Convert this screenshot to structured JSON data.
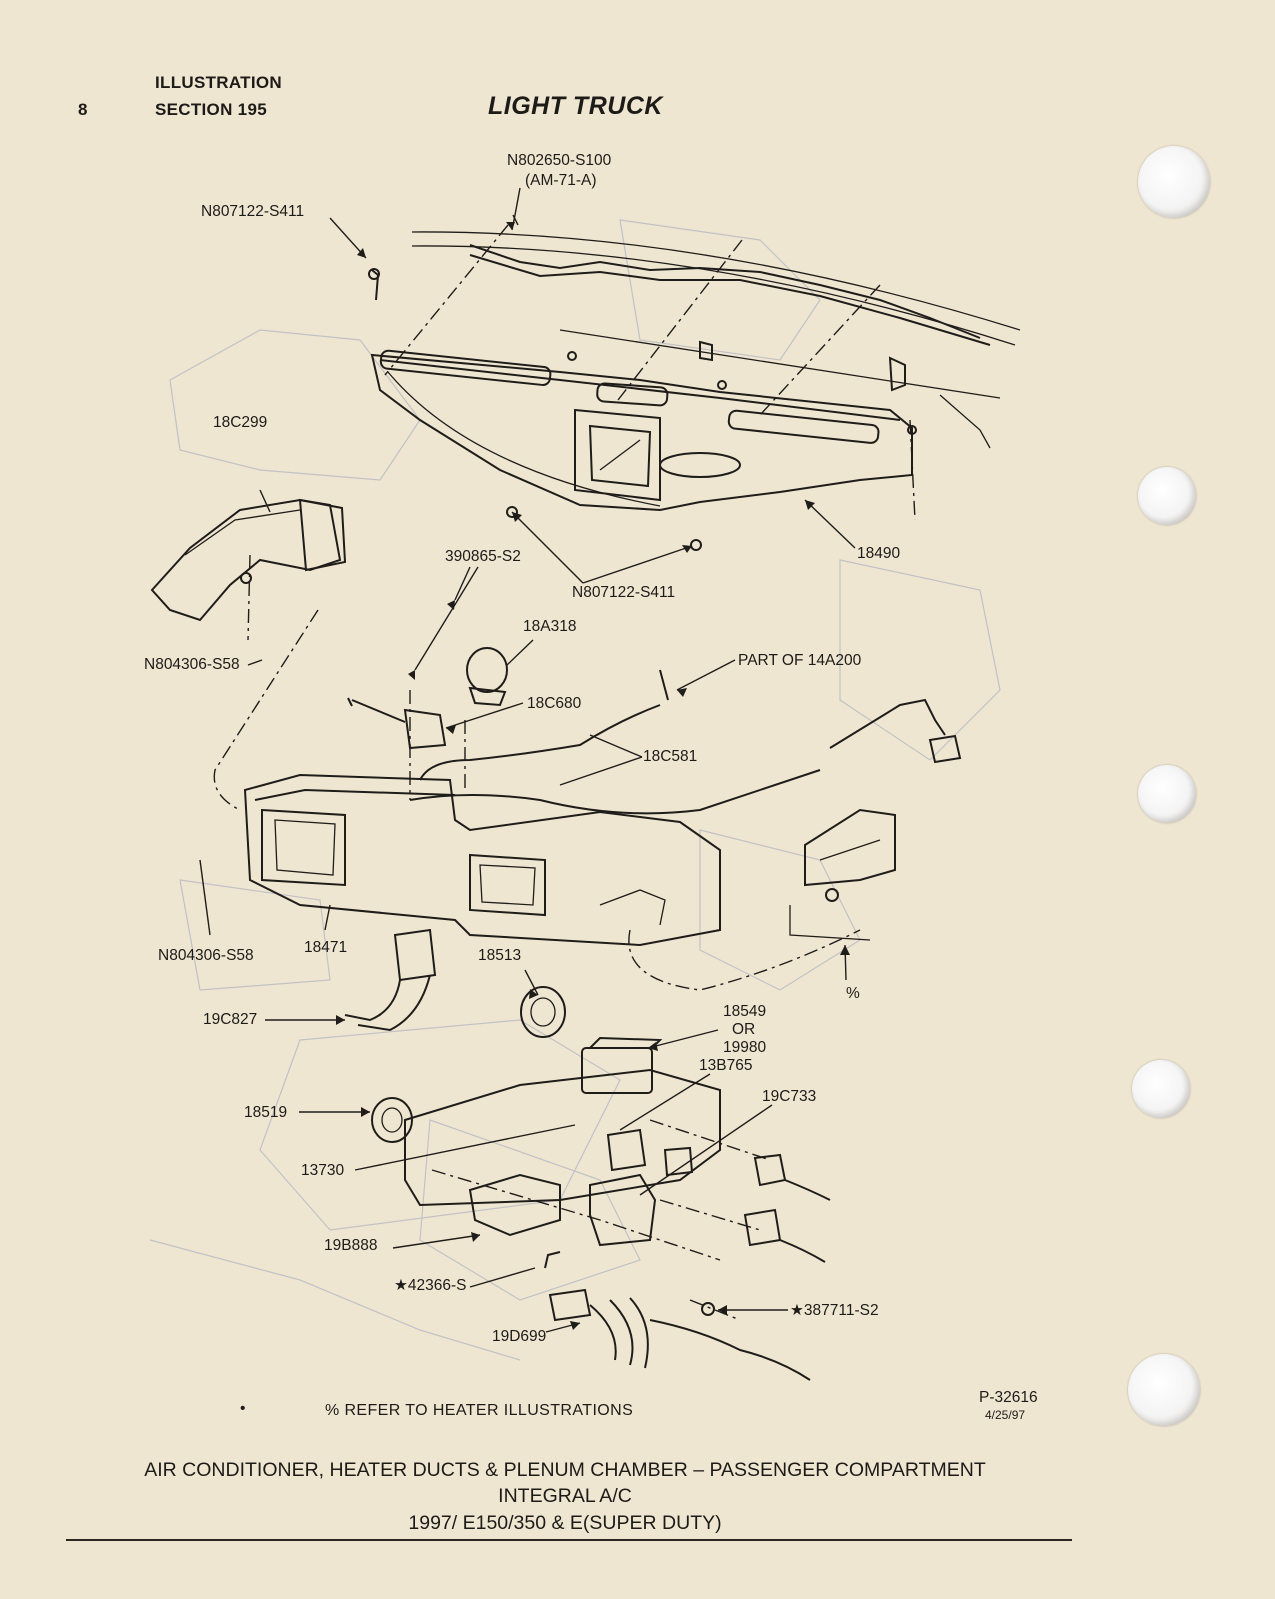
{
  "header": {
    "page_number": "8",
    "line1": "ILLUSTRATION",
    "line2": "SECTION 195",
    "title": "LIGHT TRUCK"
  },
  "callouts": {
    "n802650": "N802650-S100",
    "am71a": "(AM-71-A)",
    "n807122_top": "N807122-S411",
    "c18c299": "18C299",
    "c390865": "390865-S2",
    "n807122_mid": "N807122-S411",
    "c18490": "18490",
    "c18a318": "18A318",
    "n804306_top": "N804306-S58",
    "part14a200": "PART OF 14A200",
    "c18c680": "18C680",
    "c18c581": "18C581",
    "n804306_bot": "N804306-S58",
    "c18471": "18471",
    "c18513": "18513",
    "percent": "%",
    "c19c827": "19C827",
    "c18549": "18549",
    "or": "OR",
    "c19980": "19980",
    "c13b765": "13B765",
    "c19c733": "19C733",
    "c18519": "18519",
    "c13730": "13730",
    "c19b888": "19B888",
    "c42366": "★42366-S",
    "c387711": "★387711-S2",
    "c19d699": "19D699"
  },
  "footnote": {
    "bullet": "•",
    "text": "% REFER TO HEATER ILLUSTRATIONS",
    "ref": "P-32616",
    "date": "4/25/97"
  },
  "caption": {
    "line1": "AIR CONDITIONER, HEATER DUCTS & PLENUM CHAMBER – PASSENGER COMPARTMENT",
    "line2": "INTEGRAL A/C",
    "line3": "1997/ E150/350 & E(SUPER DUTY)"
  },
  "colors": {
    "paper": "#efe6d2",
    "ink": "#1d1b18",
    "ghost_print": "#8a97b5"
  }
}
